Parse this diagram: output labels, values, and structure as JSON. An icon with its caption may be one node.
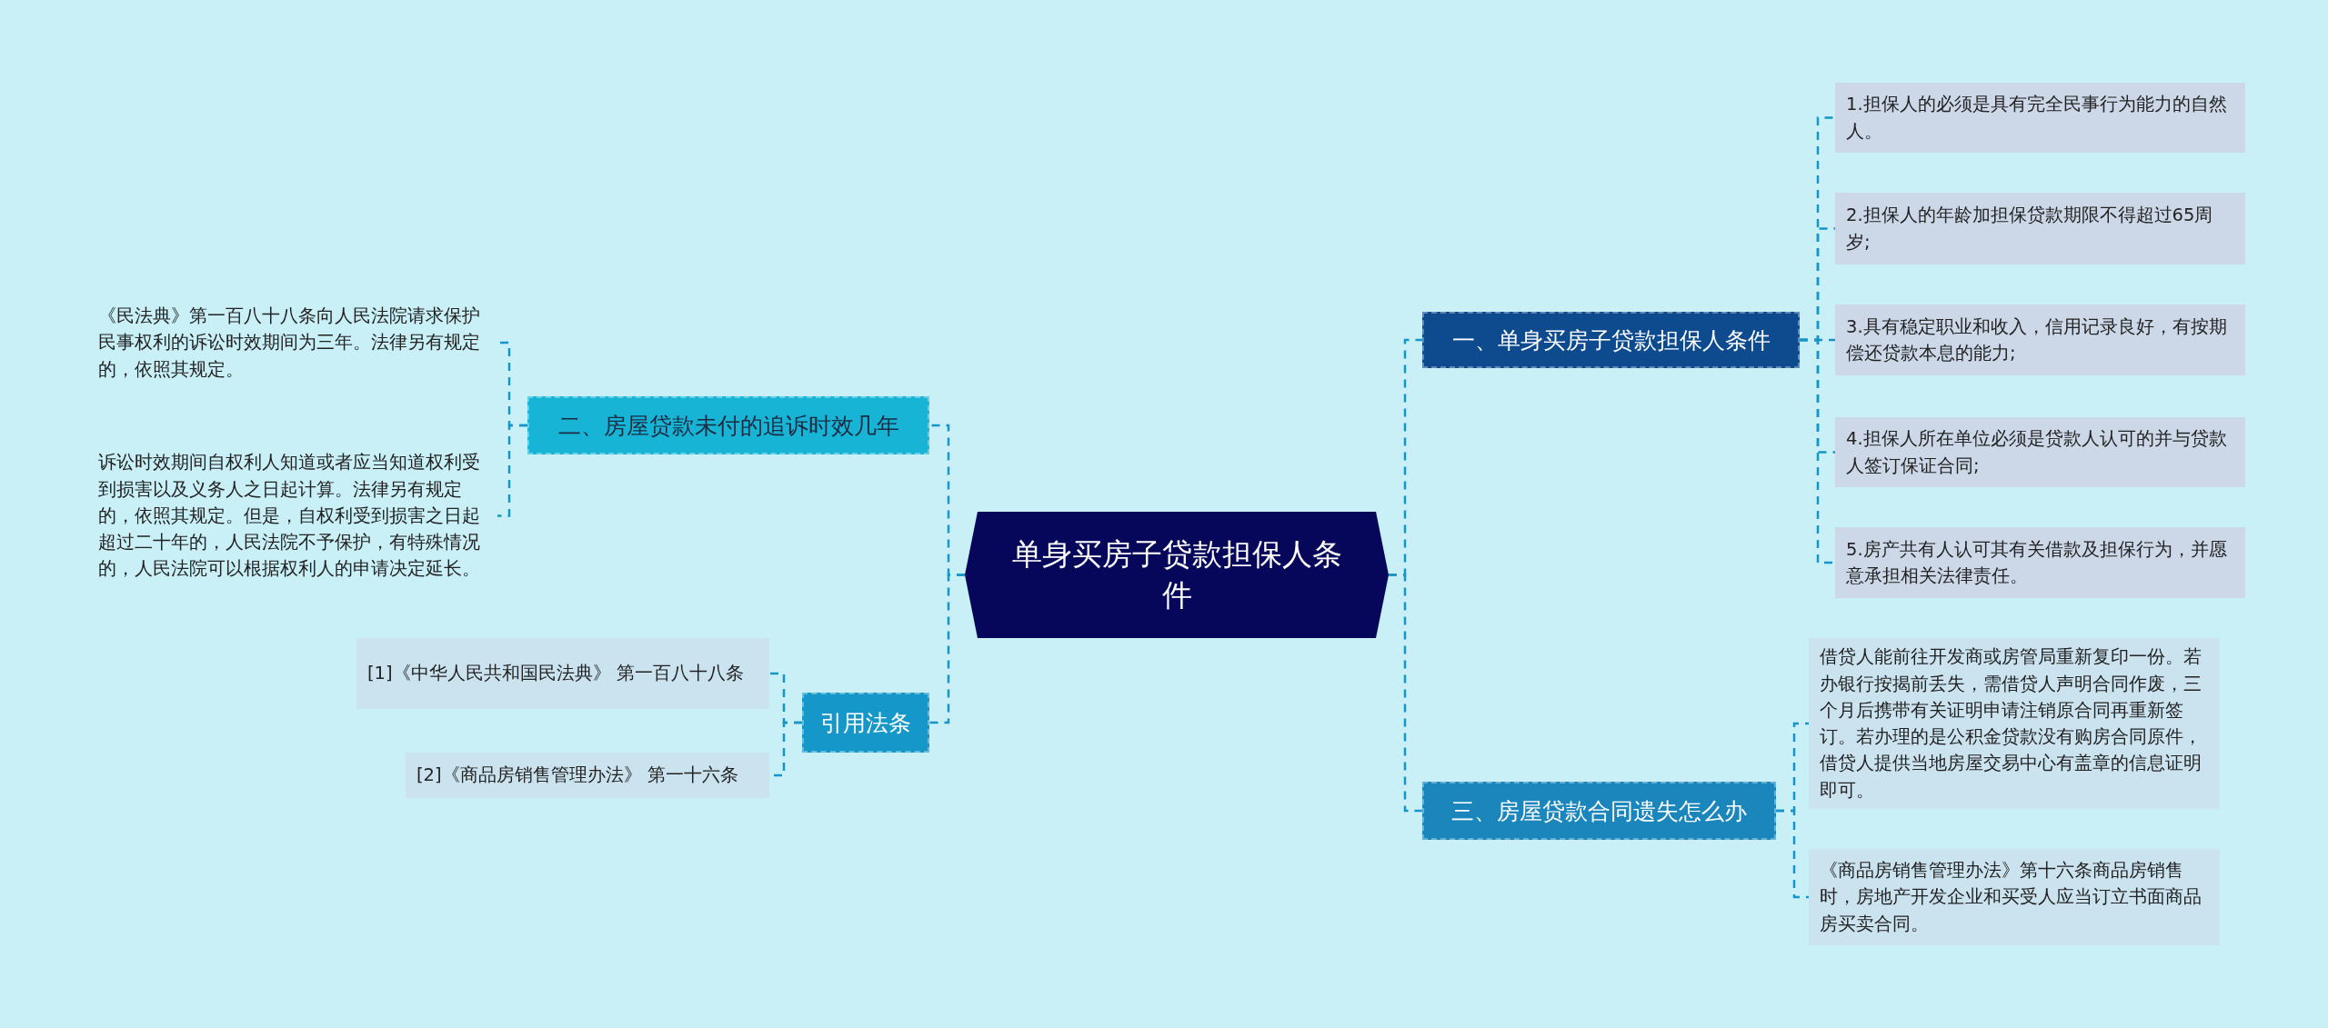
{
  "diagram": {
    "nodes": [
      {
        "text": [
          "单身买房子贷款担保人条件"
        ]
      },
      {
        "text": [
          "一、单身买房子贷款担保人条件"
        ]
      },
      {
        "text": [
          "1.担保人的必须是具有完全民事行为能力的自然人。"
        ]
      },
      {
        "text": [
          "2.担保人的年龄加担保贷款期限不得超过65周岁;"
        ]
      },
      {
        "text": [
          "3.具有稳定职业和收入，信用记录良好，有按期偿还贷款本息的能力;"
        ]
      },
      {
        "text": [
          "4.担保人所在单位必须是贷款人认可的并与贷款人签订保证合同;"
        ]
      },
      {
        "text": [
          "5.房产共有人认可其有关借款及担保行为，并愿意承担相关法律责任。"
        ]
      },
      {
        "text": [
          "三、房屋贷款合同遗失怎么办"
        ]
      },
      {
        "text": [
          "借贷人能前往开发商或房管局重新复印一份。若办银行按揭前丢失，需借贷人声明合同作废，三个月后携带有关证明申请注销原合同再重新签订。若办理的是公积金贷款没有购房合同原件，借贷人提供当地房屋交易中心有盖章的信息证明即可。"
        ]
      },
      {
        "text": [
          "《商品房销售管理办法》第十六条商品房销售时，房地产开发企业和买受人应当订立书面商品房买卖合同。"
        ]
      },
      {
        "text": [
          "二、房屋贷款未付的追诉时效几年"
        ]
      },
      {
        "text": [
          "《民法典》第一百八十八条向人民法院请求保护民事权利的诉讼时效期间为三年。法律另有规定的，依照其规定。"
        ]
      },
      {
        "text": [
          "诉讼时效期间自权利人知道或者应当知道权利受到损害以及义务人之日起计算。法律另有规定的，依照其规定。但是，自权利受到损害之日起超过二十年的，人民法院不予保护，有特殊情况的，人民法院可以根据权利人的申请决定延长。"
        ]
      },
      {
        "text": [
          "引用法条"
        ]
      },
      {
        "text": [
          "[1]《中华人民共和国民法典》 第一百八十八条"
        ]
      },
      {
        "text": [
          "[2]《商品房销售管理办法》 第一十六条"
        ]
      }
    ],
    "edges": [
      {
        "from": 0,
        "to": 1,
        "arrow": "none",
        "style": "dashed"
      },
      {
        "from": 1,
        "to": 2,
        "arrow": "none",
        "style": "dashed"
      },
      {
        "from": 1,
        "to": 3,
        "arrow": "none",
        "style": "dashed"
      },
      {
        "from": 1,
        "to": 4,
        "arrow": "none",
        "style": "dashed"
      },
      {
        "from": 1,
        "to": 5,
        "arrow": "none",
        "style": "dashed"
      },
      {
        "from": 1,
        "to": 6,
        "arrow": "none",
        "style": "dashed"
      },
      {
        "from": 0,
        "to": 7,
        "arrow": "none",
        "style": "dashed"
      },
      {
        "from": 7,
        "to": 8,
        "arrow": "none",
        "style": "dashed"
      },
      {
        "from": 7,
        "to": 9,
        "arrow": "none",
        "style": "dashed"
      },
      {
        "from": 0,
        "to": 10,
        "arrow": "none",
        "style": "dashed"
      },
      {
        "from": 10,
        "to": 11,
        "arrow": "none",
        "style": "dashed"
      },
      {
        "from": 10,
        "to": 12,
        "arrow": "none",
        "style": "dashed"
      },
      {
        "from": 0,
        "to": 13,
        "arrow": "none",
        "style": "dashed"
      },
      {
        "from": 13,
        "to": 14,
        "arrow": "none",
        "style": "dashed"
      },
      {
        "from": 13,
        "to": 15,
        "arrow": "none",
        "style": "dashed"
      }
    ]
  }
}
